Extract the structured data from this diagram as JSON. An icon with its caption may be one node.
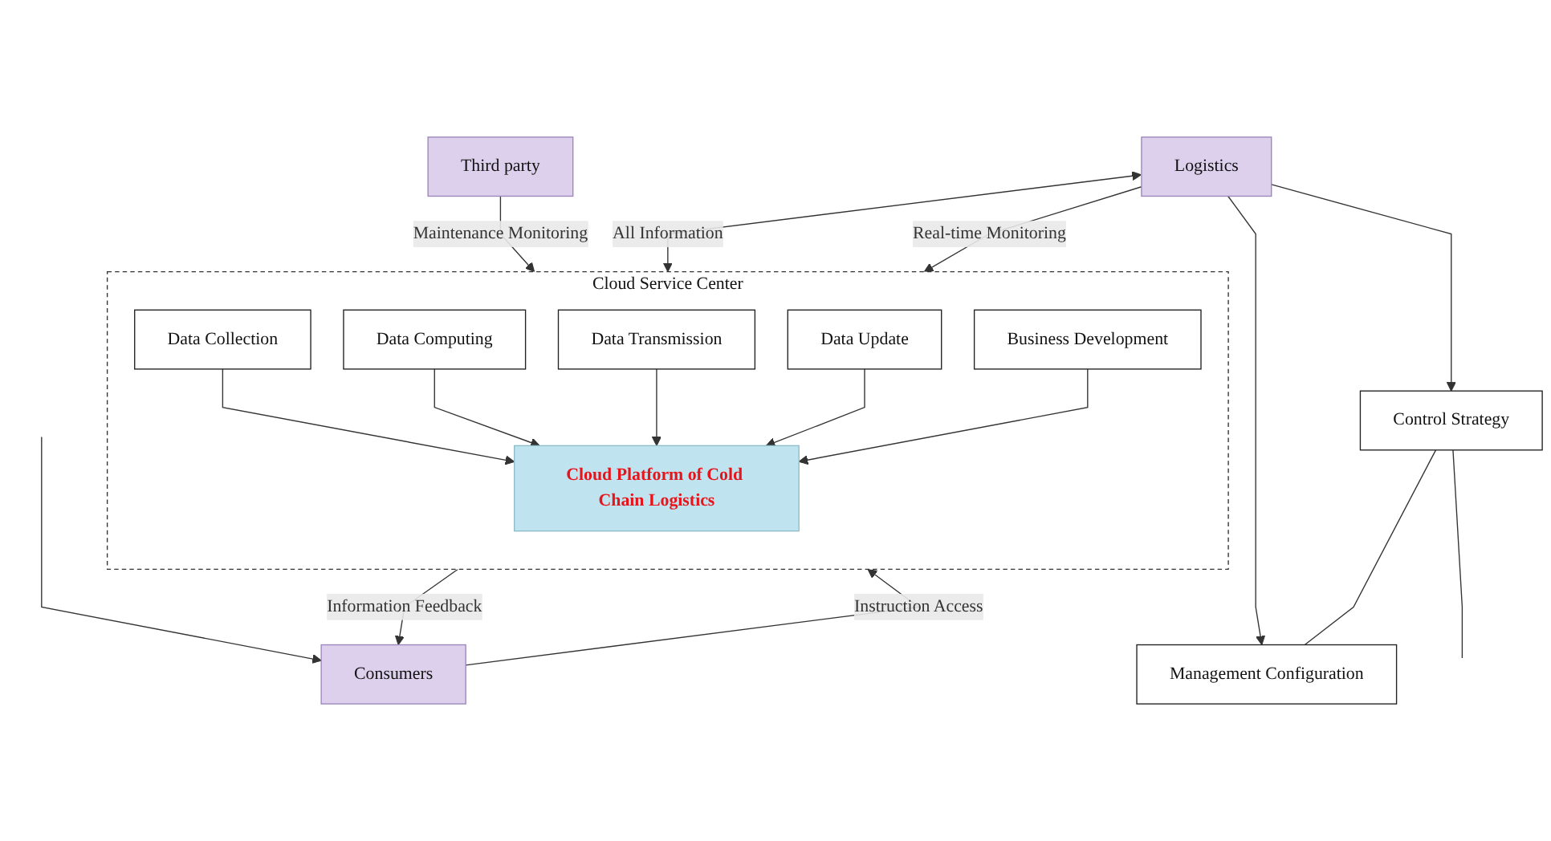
{
  "diagram": {
    "nodes": [
      {
        "text": [
          "Cloud Service Center"
        ]
      },
      {
        "text": [
          "Third party"
        ]
      },
      {
        "text": [
          "Data Collection"
        ],
        "in": 0
      },
      {
        "text": [
          "Data Computing"
        ],
        "in": 0
      },
      {
        "text": [
          "Cloud Platform of Cold Chain Logistics"
        ],
        "in": 0
      },
      {
        "text": [
          "Data Update"
        ],
        "in": 0
      },
      {
        "text": [
          "Data Transmission"
        ],
        "in": 0
      },
      {
        "text": [
          "Business Development"
        ],
        "in": 0
      },
      {
        "text": [
          "Consumers"
        ]
      },
      {
        "text": [
          "Logistics"
        ]
      },
      {
        "text": [
          "Control Strategy"
        ]
      },
      {
        "text": [
          "Management Configuration"
        ]
      }
    ],
    "edges": [
      {
        "from": 1,
        "to": 0,
        "arrow": "to",
        "label": "Maintenance Monitoring"
      },
      {
        "from": 2,
        "to": 4,
        "arrow": "to"
      },
      {
        "from": 3,
        "to": 4,
        "arrow": "to"
      },
      {
        "from": 6,
        "to": 4,
        "arrow": "to"
      },
      {
        "from": 5,
        "to": 4,
        "arrow": "to"
      },
      {
        "from": 7,
        "to": 4,
        "arrow": "to"
      },
      {
        "from": 0,
        "to": 8,
        "arrow": "to",
        "label": "Information Feedback"
      },
      {
        "from": 8,
        "to": 0,
        "arrow": "to",
        "label": "Instruction Access"
      },
      {
        "from": 9,
        "to": 0,
        "arrow": "both",
        "label": "All Information"
      },
      {
        "from": 9,
        "to": 0,
        "arrow": "to",
        "label": "Real-time Monitoring"
      },
      {
        "from": 9,
        "to": 10,
        "arrow": "to"
      },
      {
        "from": 9,
        "to": 11,
        "arrow": "to"
      },
      {
        "from": 10,
        "to": 11,
        "arrow": "none"
      },
      {
        "from": 10,
        "to": null,
        "arrow": "none"
      },
      {
        "from": null,
        "to": 8,
        "arrow": "to"
      }
    ]
  }
}
